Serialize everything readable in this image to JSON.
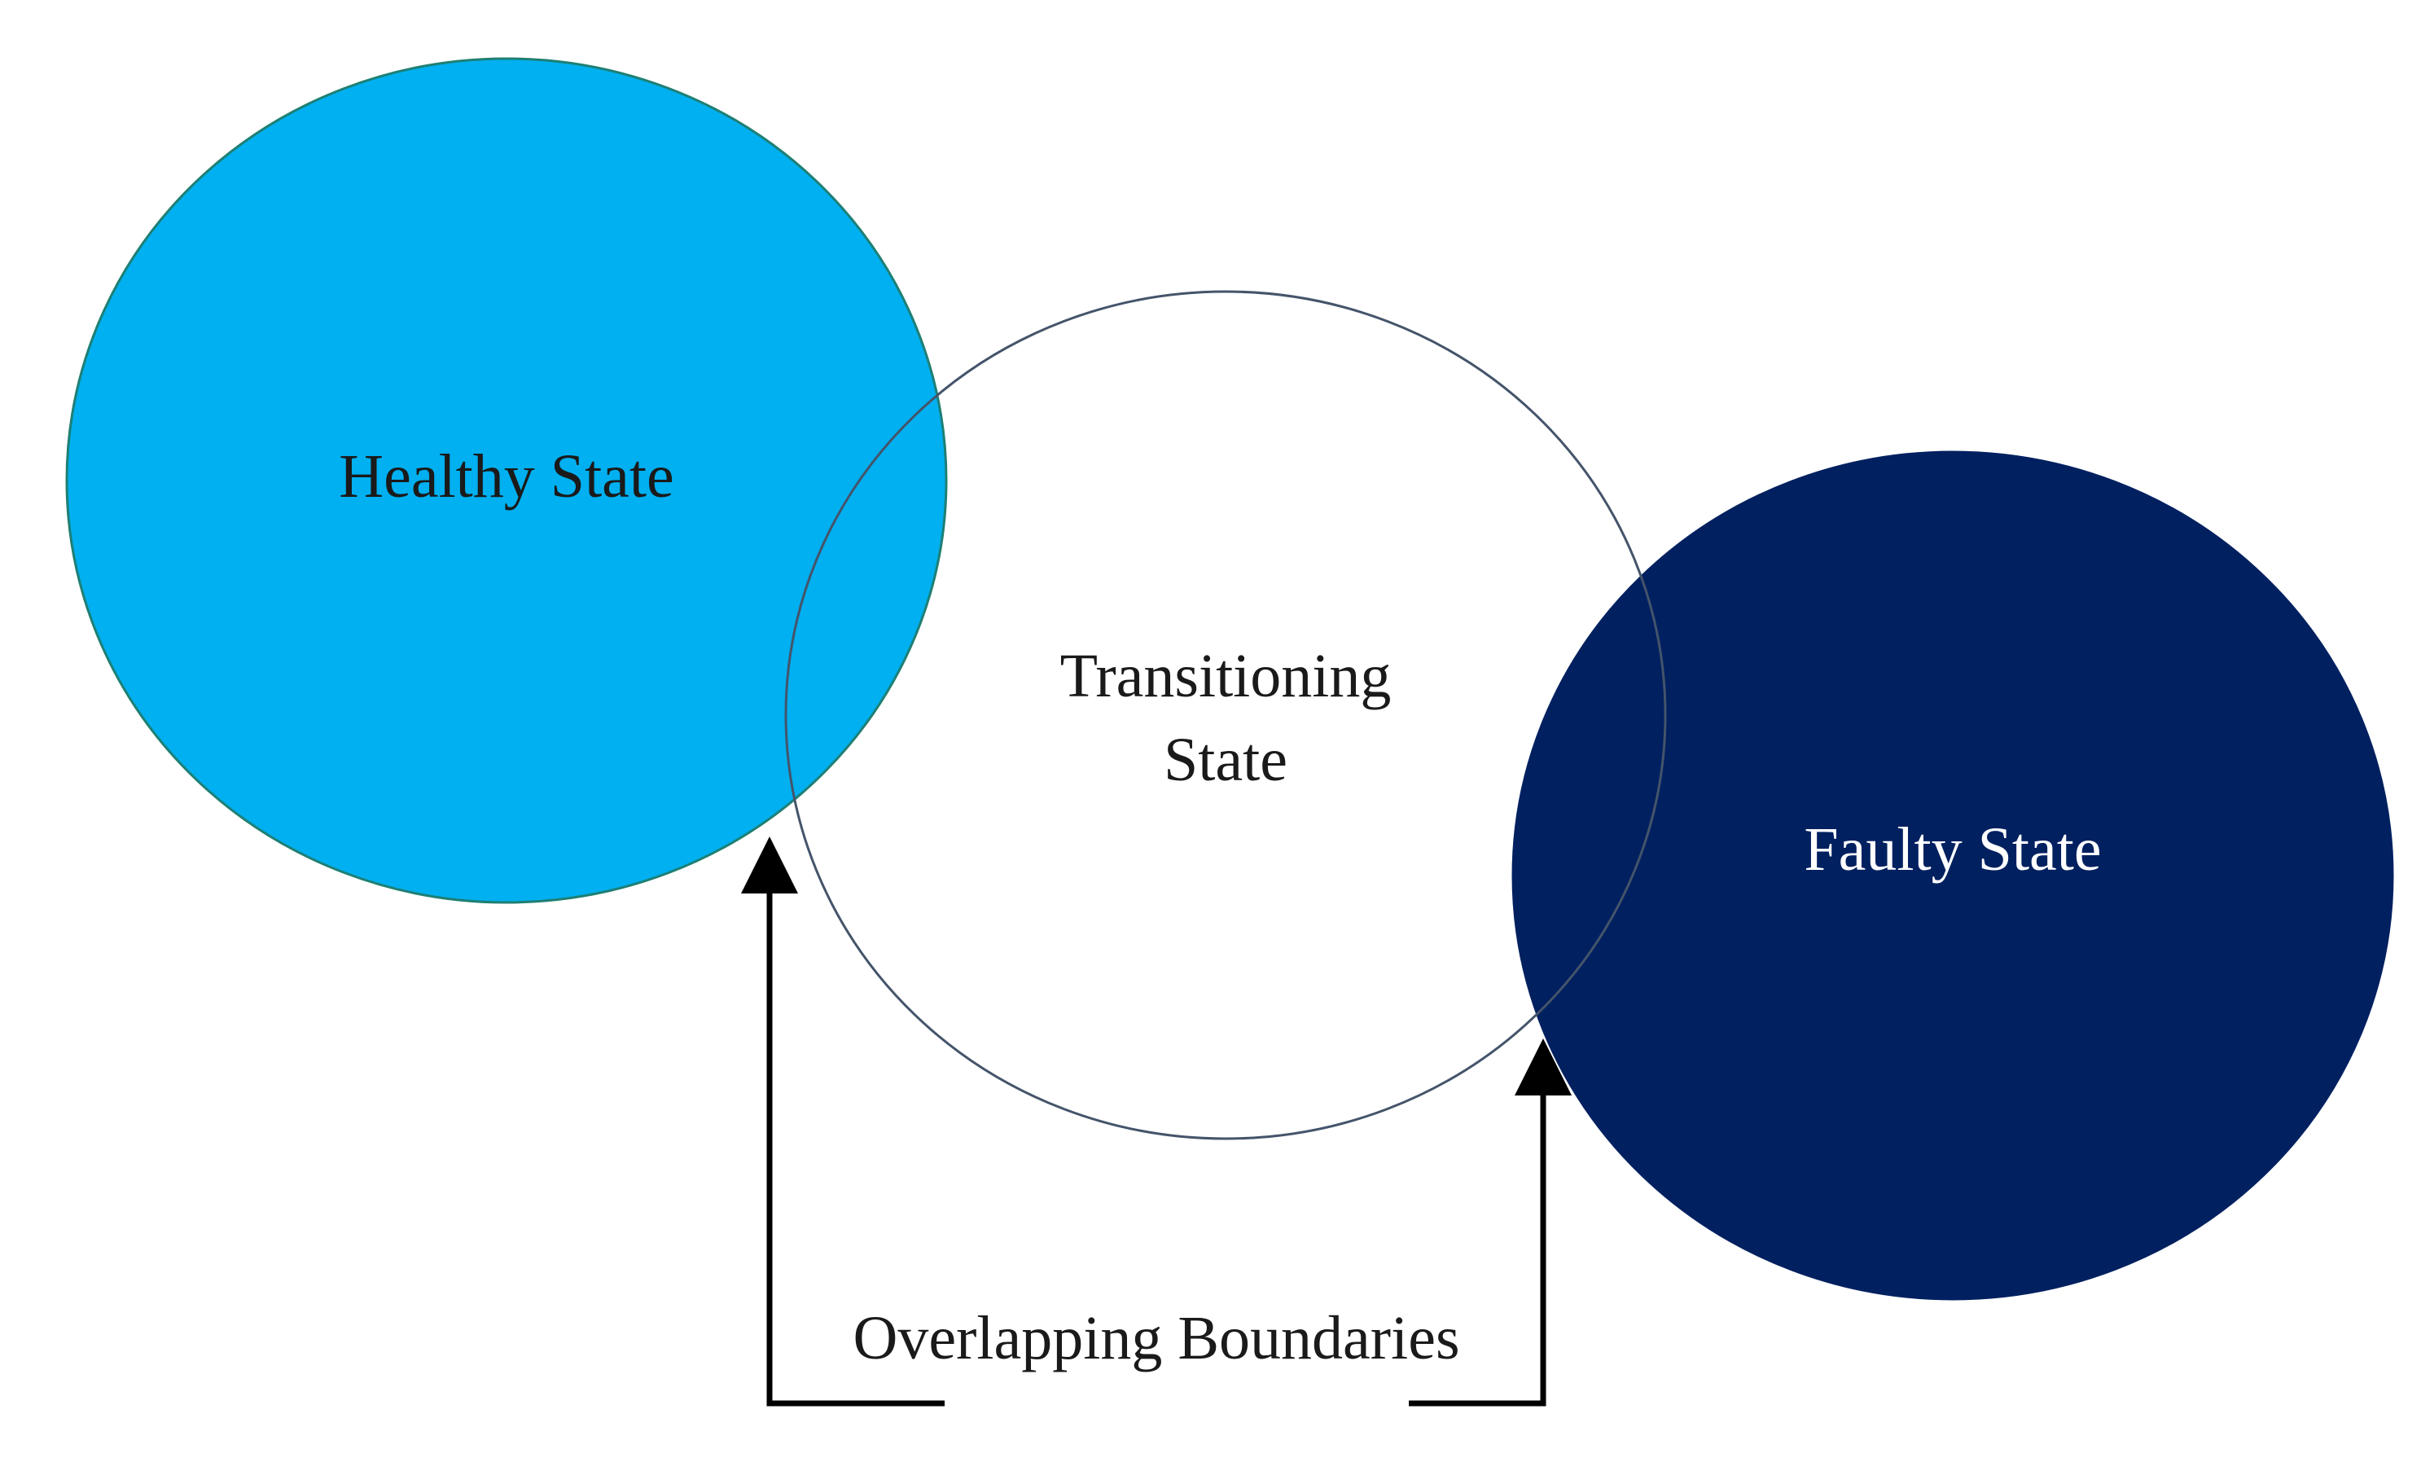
{
  "diagram": {
    "healthy_state": {
      "label": "Healthy State",
      "fill_color": "#00b0f0",
      "text_color": "#1a1a1a"
    },
    "transitioning_state": {
      "label_line1": "Transitioning",
      "label_line2": "State",
      "fill_color": "none",
      "stroke_color": "#44546a",
      "text_color": "#1a1a1a"
    },
    "faulty_state": {
      "label": "Faulty State",
      "fill_color": "#002060",
      "text_color": "#ffffff"
    },
    "overlap_annotation": {
      "label": "Overlapping Boundaries",
      "arrow_color": "#000000"
    }
  }
}
